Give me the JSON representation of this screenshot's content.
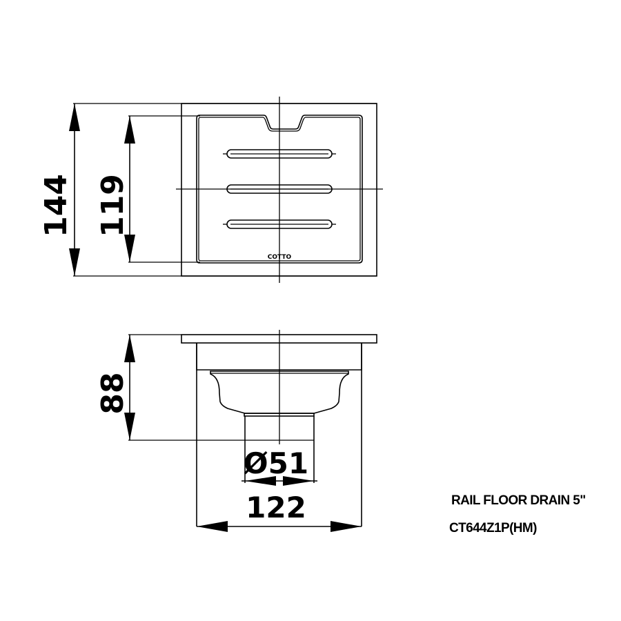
{
  "drawing": {
    "product_name": "RAIL FLOOR DRAIN 5\"",
    "model_code": "CT644Z1P(HM)",
    "brand_logo": "COTTO",
    "colors": {
      "line": "#000000",
      "background": "#ffffff"
    }
  },
  "top_view": {
    "dimensions": {
      "outer_height": "144",
      "grate_height": "119"
    },
    "slots": 3
  },
  "side_view": {
    "dimensions": {
      "total_height": "88",
      "outlet_diameter": "Ø51",
      "body_width": "122"
    }
  }
}
